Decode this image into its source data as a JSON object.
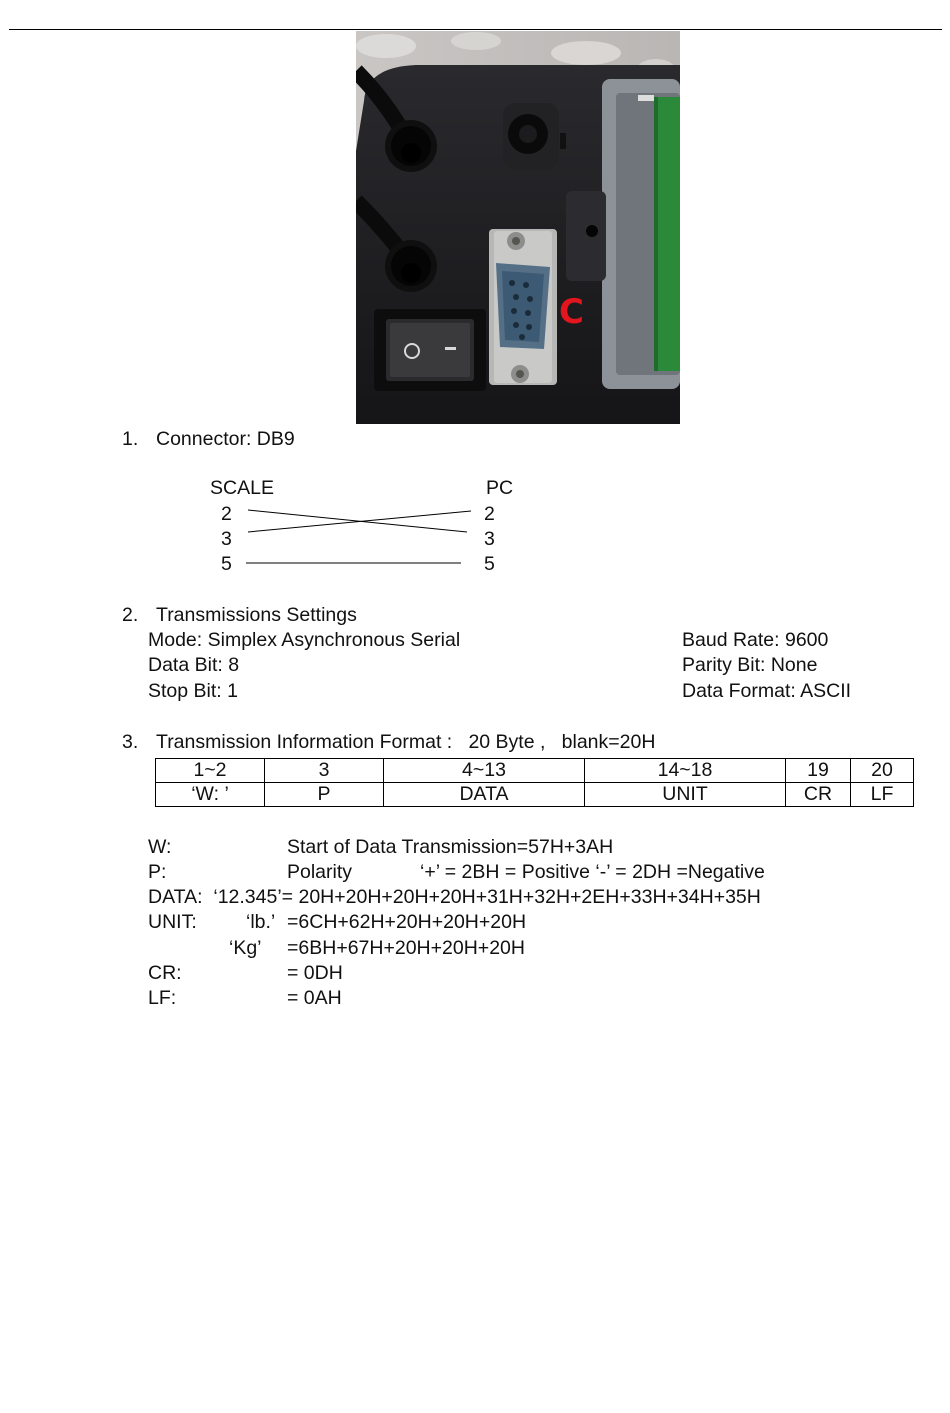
{
  "photo": {
    "marker": "C"
  },
  "section1": {
    "num": "1.",
    "title": "Connector: DB9"
  },
  "wiring": {
    "left_header": "SCALE",
    "right_header": "PC",
    "left_pins": [
      "2",
      "3",
      "5"
    ],
    "right_pins": [
      "2",
      "3",
      "5"
    ]
  },
  "section2": {
    "num": "2.",
    "title": "Transmissions Settings",
    "mode": "Mode: Simplex Asynchronous Serial",
    "data_bit": "Data Bit: 8",
    "stop_bit": "Stop Bit: 1",
    "baud": "Baud Rate: 9600",
    "parity": "Parity Bit: None",
    "format": "Data Format: ASCII"
  },
  "section3": {
    "num": "3.",
    "title": "Transmission Information Format :   20 Byte ,   blank=20H",
    "table": {
      "positions": [
        "1~2",
        "3",
        "4~13",
        "14~18",
        "19",
        "20"
      ],
      "fields": [
        "‘W: ’",
        "P",
        "DATA",
        "UNIT",
        "CR",
        "LF"
      ]
    }
  },
  "definitions": {
    "w_label": "W:",
    "w_value": "Start of Data Transmission=57H+3AH",
    "p_label": "P:",
    "p_value": "Polarity",
    "p_detail": "‘+’ = 2BH = Positive ‘-’ = 2DH =Negative",
    "data_line": "DATA:  ‘12.345’= 20H+20H+20H+20H+31H+32H+2EH+33H+34H+35H",
    "unit_label": "UNIT:",
    "unit_lb_key": "‘lb.’",
    "unit_lb_value": "=6CH+62H+20H+20H+20H",
    "unit_kg_key": "‘Kg’",
    "unit_kg_value": "=6BH+67H+20H+20H+20H",
    "cr_label": "CR:",
    "cr_value": "= 0DH",
    "lf_label": "LF:",
    "lf_value": "= 0AH"
  }
}
